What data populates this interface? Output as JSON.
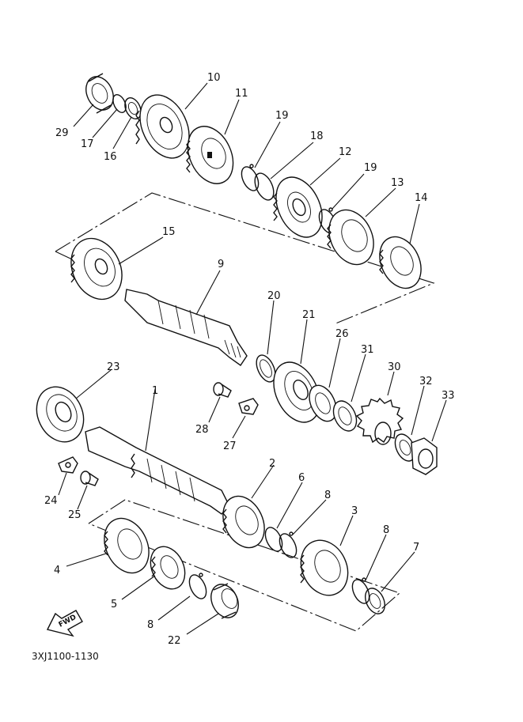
{
  "diagram": {
    "code": "3XJ1100-1130",
    "fwd_label": "FWD",
    "part_labels": {
      "p1": "1",
      "p2": "2",
      "p3": "3",
      "p4": "4",
      "p5": "5",
      "p6": "6",
      "p7": "7",
      "p8a": "8",
      "p8b": "8",
      "p8c": "8",
      "p9": "9",
      "p10": "10",
      "p11": "11",
      "p12": "12",
      "p13": "13",
      "p14": "14",
      "p15": "15",
      "p16": "16",
      "p17": "17",
      "p18": "18",
      "p19a": "19",
      "p19b": "19",
      "p20": "20",
      "p21": "21",
      "p22": "22",
      "p23": "23",
      "p24": "24",
      "p25": "25",
      "p26": "26",
      "p27": "27",
      "p28": "28",
      "p29": "29",
      "p30": "30",
      "p31": "31",
      "p32": "32",
      "p33": "33"
    }
  }
}
